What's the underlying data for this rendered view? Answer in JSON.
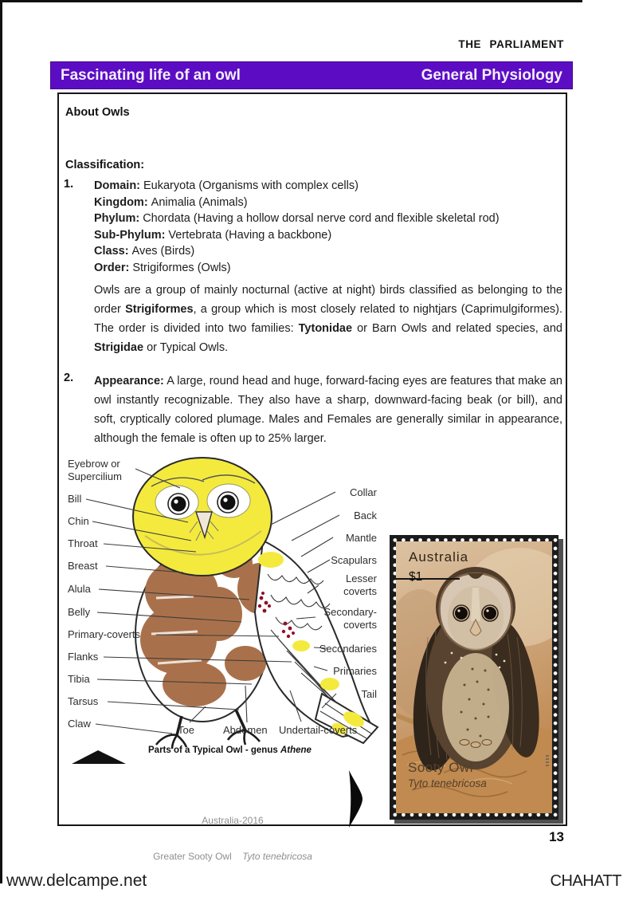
{
  "masthead": "THE PARLIAMENT",
  "banner": {
    "left": "Fascinating life of an owl",
    "right": "General Physiology"
  },
  "about_title": "About Owls",
  "classification": {
    "title": "Classification:",
    "number": "1.",
    "rows": [
      {
        "label": "Domain:",
        "text": "Eukaryota (Organisms with complex cells)"
      },
      {
        "label": "Kingdom:",
        "text": "Animalia (Animals)"
      },
      {
        "label": "Phylum:",
        "text": "Chordata (Having a hollow dorsal nerve cord and flexible skeletal rod)"
      },
      {
        "label": "Sub-Phylum:",
        "text": "Vertebrata (Having a backbone)"
      },
      {
        "label": "Class:",
        "text": "Aves (Birds)"
      },
      {
        "label": "Order:",
        "text": "Strigiformes (Owls)"
      }
    ],
    "paragraph": [
      {
        "t": "Owls are a group of mainly nocturnal (active at night) birds classified as belonging to the order "
      },
      {
        "t": "Strigiformes",
        "b": true
      },
      {
        "t": ", a group which is most closely related to nightjars (Caprimulgiformes). The order is divided into two families: "
      },
      {
        "t": "Tytonidae",
        "b": true
      },
      {
        "t": " or Barn Owls and related species, and "
      },
      {
        "t": "Strigidae",
        "b": true
      },
      {
        "t": " or Typical Owls."
      }
    ]
  },
  "appearance": {
    "number": "2.",
    "segments": [
      {
        "t": "Appearance:",
        "b": true
      },
      {
        "t": " A large, round head and huge, forward-facing eyes are features that make an owl instantly recognizable. They also have a sharp, downward-facing beak (or bill), and soft, cryptically colored plumage. Males and Females are generally similar in appearance, although the female is often up to 25% larger."
      }
    ]
  },
  "diagram": {
    "left_labels": [
      "Eyebrow or Supercilium",
      "Bill",
      "Chin",
      "Throat",
      "Breast",
      "Alula",
      "Belly",
      "Primary-coverts",
      "Flanks",
      "Tibia",
      "Tarsus",
      "Claw"
    ],
    "right_labels": [
      "Collar",
      "Back",
      "Mantle",
      "Scapulars",
      "Lesser coverts",
      "Secondary-coverts",
      "Secondaries",
      "Primaries",
      "Tail"
    ],
    "bottom_labels": [
      "Toe",
      "Abdomen",
      "Undertail-coverts"
    ],
    "caption": [
      {
        "t": "Parts of a Typical Owl - genus "
      },
      {
        "t": "Athene",
        "i": true
      }
    ],
    "credit_line1": "Australia-2016",
    "credit_line2": [
      {
        "t": "Greater Sooty Owl    "
      },
      {
        "t": "Tyto tenebricosa",
        "i": true
      }
    ]
  },
  "stamp": {
    "country": "Australia",
    "denomination": "$1",
    "name": "Sooty Owl",
    "species": "Tyto tenebricosa"
  },
  "page_number": "13",
  "watermarks": {
    "left": "www.delcampe.net",
    "right": "CHAHATT"
  },
  "colors": {
    "banner_purple": "#5c0dc4",
    "diagram_yellow": "#f4ea3e",
    "diagram_brown": "#a9714b",
    "diagram_red_speckle": "#8f1028",
    "stamp_tan": "#cfa87e",
    "stamp_frame": "#1b1b1b"
  }
}
